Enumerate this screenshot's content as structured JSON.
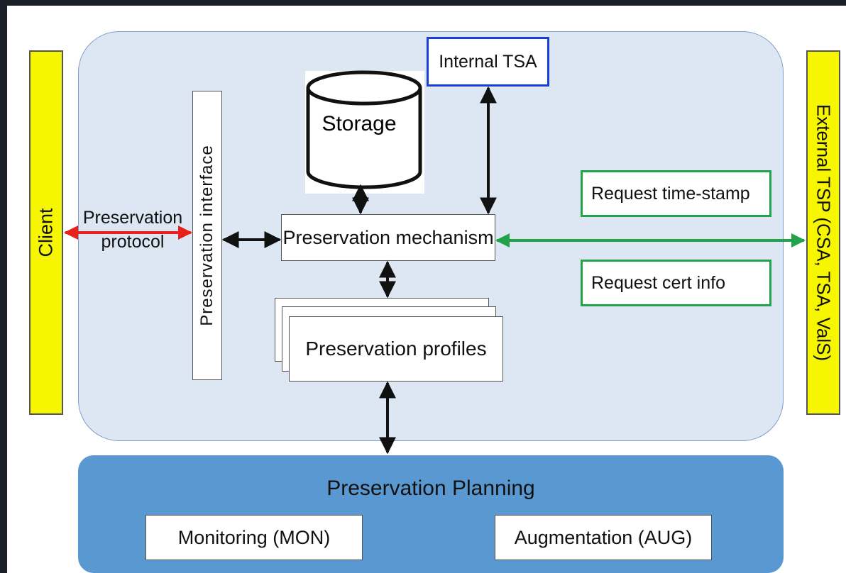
{
  "client": "Client",
  "external": "External TSP (CSA, TSA, ValS)",
  "preservation_protocol": "Preservation\nprotocol",
  "preservation_interface": "Preservation interface",
  "storage": "Storage",
  "internal_tsa": "Internal TSA",
  "preservation_mechanism": "Preservation mechanism",
  "preservation_profiles": "Preservation profiles",
  "request_time_stamp": "Request time-stamp",
  "request_cert_info": "Request cert info",
  "preservation_planning": {
    "title": "Preservation Planning",
    "monitoring": "Monitoring (MON)",
    "augmentation": "Augmentation (AUG)"
  },
  "colors": {
    "side_bar": "#f6f600",
    "protocol_arrow": "#e8201c",
    "tsp_arrow": "#20a34a",
    "internal_tsa_border": "#1a3fd6",
    "main_container": "#dde7f4",
    "planning_container": "#5a98d2"
  }
}
